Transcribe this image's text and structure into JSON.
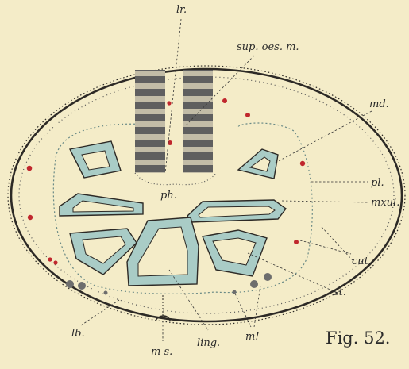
{
  "labels": {
    "lr": "lr.",
    "sup_oes_m": "sup. oes. m.",
    "md": "md.",
    "pl": "pl.",
    "mxul": "mxul.",
    "ph": "ph.",
    "cut": "cut.",
    "st": "st.",
    "lb": "lb.",
    "ms": "m s.",
    "ling": "ling.",
    "m1": "m!",
    "fig": "Fig. 52."
  },
  "colors": {
    "background": "#f4ecc8",
    "outline": "#2d2a26",
    "tube_fill": "#a9ccc6",
    "tube_inner": "#f4ecc8",
    "red_dot": "#c0272d",
    "gray_dot": "#777777",
    "muscle_dark": "#5f5f5f",
    "muscle_light": "#bdb7a4"
  }
}
